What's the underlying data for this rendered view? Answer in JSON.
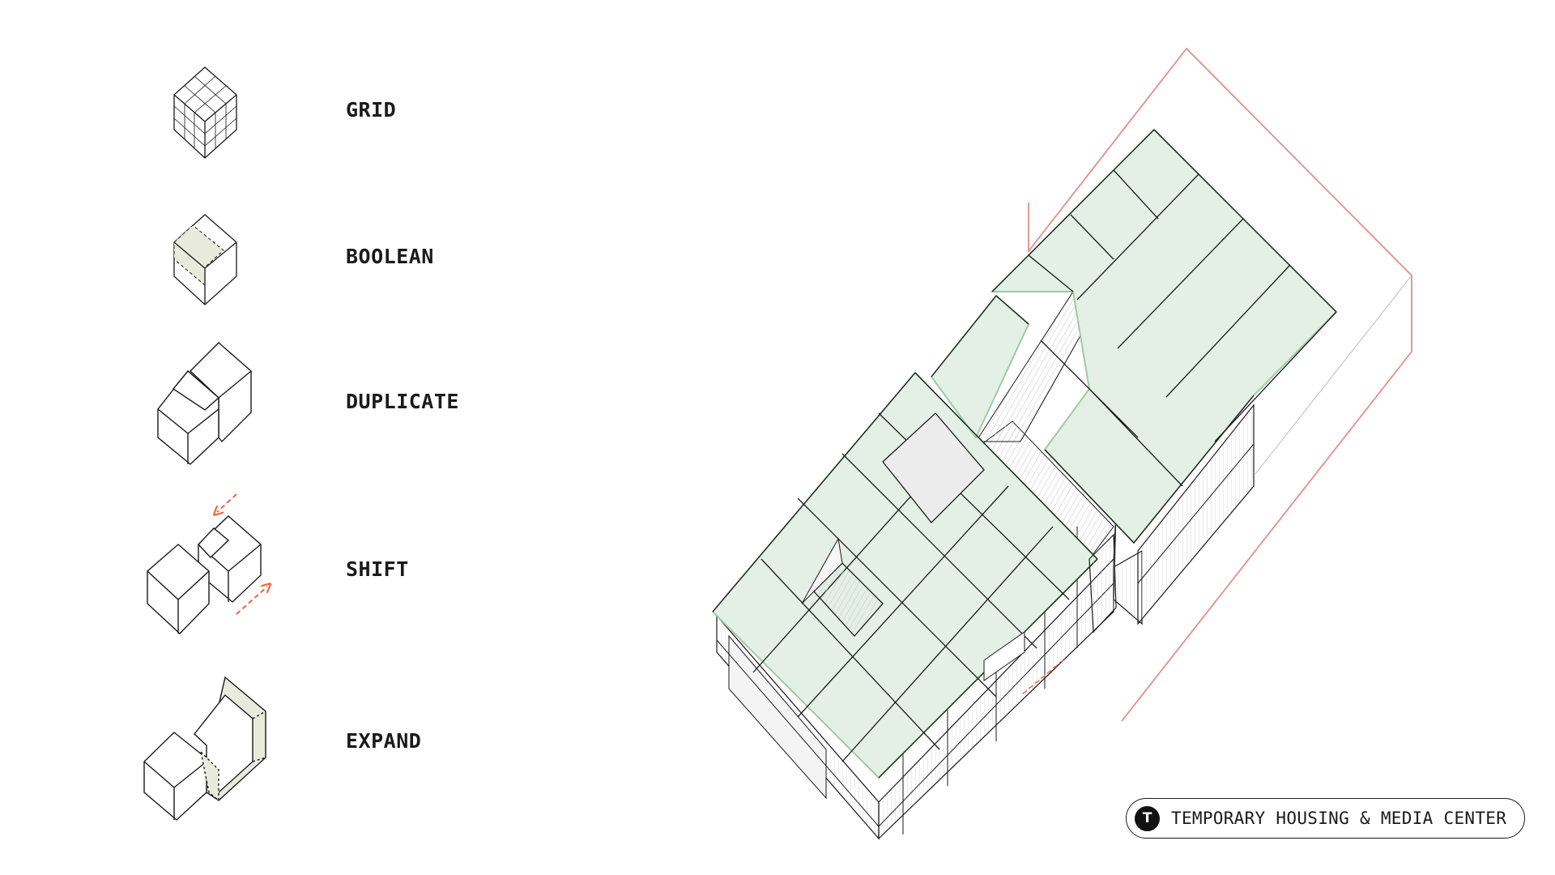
{
  "steps": [
    {
      "label": "GRID",
      "icon": "grid-cube-icon"
    },
    {
      "label": "BOOLEAN",
      "icon": "boolean-cube-icon"
    },
    {
      "label": "DUPLICATE",
      "icon": "duplicate-volumes-icon"
    },
    {
      "label": "SHIFT",
      "icon": "shift-volumes-icon"
    },
    {
      "label": "EXPAND",
      "icon": "expand-volumes-icon"
    }
  ],
  "project": {
    "badge": "T",
    "title": "TEMPORARY HOUSING & MEDIA CENTER"
  },
  "colors": {
    "line": "#1a1a1a",
    "roof_fill": "#e4f0e6",
    "roof_edge": "#9fc9a6",
    "site_outline": "#e0908a",
    "boolean_fill": "#e8ebdc",
    "shift_arrow": "#f0643c",
    "signage": "#f0643c"
  }
}
